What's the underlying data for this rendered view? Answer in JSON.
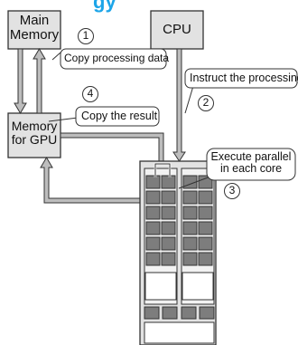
{
  "header_fragment": "gy",
  "colors": {
    "box_fill": "#e2e2e2",
    "callout_fill": "#ffffff",
    "stroke": "#333333",
    "arrow_fill": "#bdbdbd",
    "core_fill": "#7d7d7d",
    "brand_blue": "#1da5e8"
  },
  "nodes": {
    "main_memory": {
      "line1": "Main",
      "line2": "Memory"
    },
    "cpu": {
      "label": "CPU"
    },
    "gpu_memory": {
      "line1": "Memory",
      "line2": "for GPU"
    }
  },
  "steps": [
    {
      "number": "1",
      "text": "Copy processing data"
    },
    {
      "number": "2",
      "text": "Instruct the processing"
    },
    {
      "number": "3",
      "line1": "Execute parallel",
      "line2": "in each core"
    },
    {
      "number": "4",
      "text": "Copy the result"
    }
  ]
}
